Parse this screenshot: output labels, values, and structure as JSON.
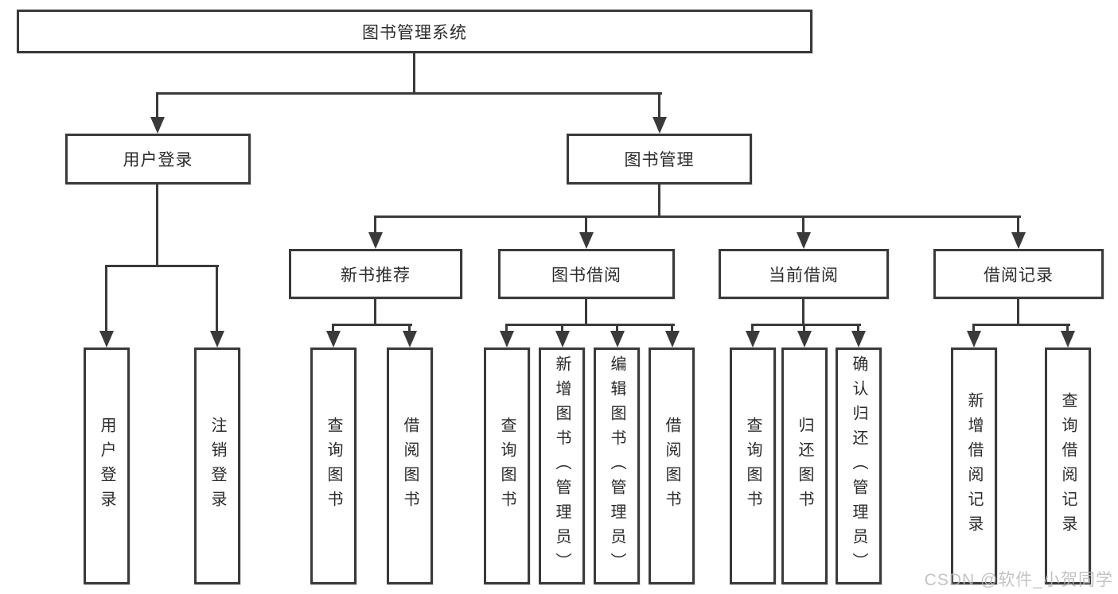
{
  "diagram": {
    "root": {
      "label": "图书管理系统"
    },
    "level2": {
      "user_login": {
        "label": "用户登录"
      },
      "book_management": {
        "label": "图书管理"
      }
    },
    "level3": {
      "new_book_recommend": {
        "label": "新书推荐"
      },
      "book_borrow": {
        "label": "图书借阅"
      },
      "current_borrow": {
        "label": "当前借阅"
      },
      "borrow_records": {
        "label": "借阅记录"
      }
    },
    "leaves": {
      "user_login": {
        "label": "用户登录"
      },
      "logout": {
        "label": "注销登录"
      },
      "recommend_query_books": {
        "label": "查询图书"
      },
      "recommend_borrow_books": {
        "label": "借阅图书"
      },
      "borrow_query_books": {
        "label": "查询图书"
      },
      "borrow_add_books_admin": {
        "label": "新增图书（管理员）"
      },
      "borrow_edit_books_admin": {
        "label": "编辑图书（管理员）"
      },
      "borrow_borrow_books": {
        "label": "借阅图书"
      },
      "current_query_books": {
        "label": "查询图书"
      },
      "current_return_books": {
        "label": "归还图书"
      },
      "current_confirm_return_admin": {
        "label": "确认归还（管理员）"
      },
      "records_add_record": {
        "label": "新增借阅记录"
      },
      "records_query_record": {
        "label": "查询借阅记录"
      }
    },
    "watermark": "CSDN @软件_小贺同学",
    "colors": {
      "line": "#3a3a3a",
      "text": "#2b2b2b",
      "watermark": "#b9b9b9",
      "background": "#ffffff"
    }
  }
}
